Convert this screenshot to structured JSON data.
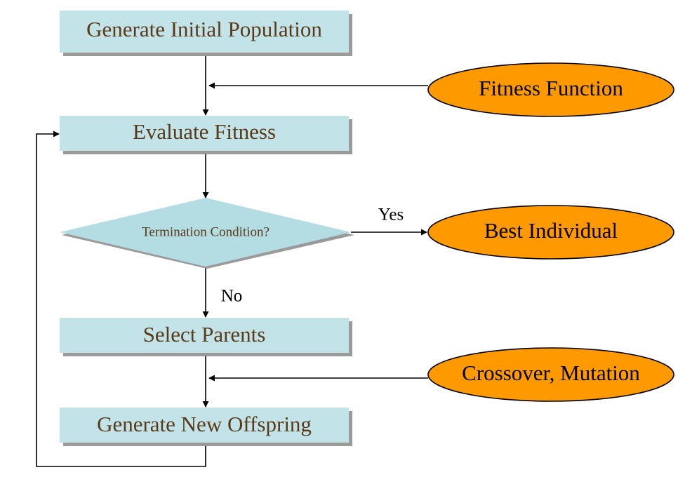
{
  "colors": {
    "process_fill": "#c2e3e7",
    "process_text": "#5a3a1a",
    "terminal_fill": "#ff9900",
    "decision_fill": "#b3dde3",
    "decision_text": "#5a3a1a",
    "line": "#000000",
    "shadow": "#9a9a9a"
  },
  "nodes": {
    "generate_initial_population": "Generate Initial Population",
    "evaluate_fitness": "Evaluate Fitness",
    "termination_condition": "Termination Condition?",
    "select_parents": "Select Parents",
    "generate_new_offspring": "Generate New Offspring",
    "fitness_function": "Fitness Function",
    "best_individual": "Best Individual",
    "crossover_mutation": "Crossover, Mutation"
  },
  "edges": {
    "yes": "Yes",
    "no": "No"
  }
}
